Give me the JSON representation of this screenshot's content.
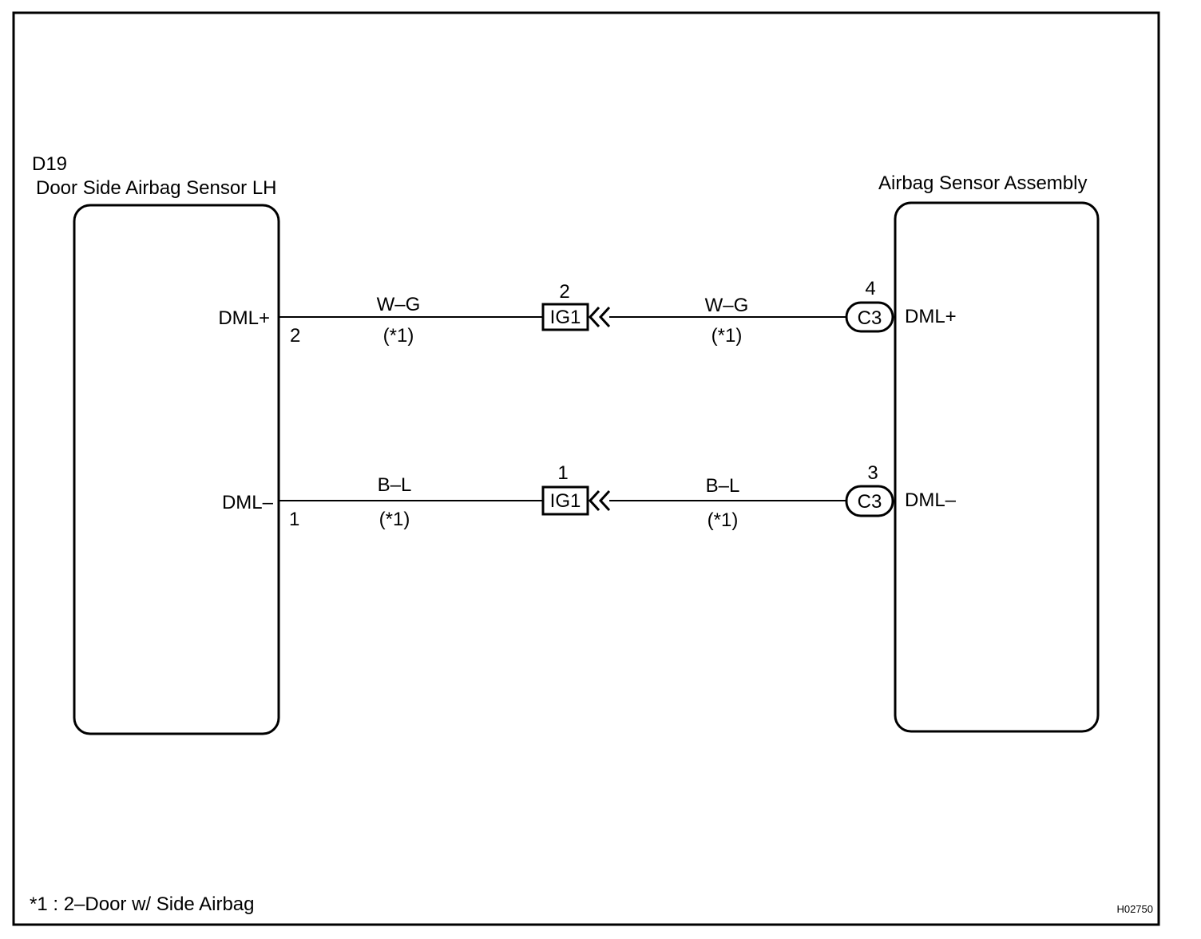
{
  "frame": {
    "drawing_id": "H02750"
  },
  "footnote": "*1 : 2–Door w/ Side Airbag",
  "left_component": {
    "code": "D19",
    "name": "Door Side Airbag Sensor LH",
    "terminals": [
      {
        "name": "DML+",
        "pin": "2"
      },
      {
        "name": "DML–",
        "pin": "1"
      }
    ]
  },
  "right_component": {
    "name": "Airbag Sensor Assembly",
    "terminals": [
      {
        "name": "DML+",
        "pin": "4",
        "connector": "C3"
      },
      {
        "name": "DML–",
        "pin": "3",
        "connector": "C3"
      }
    ]
  },
  "wires": [
    {
      "left_color": "W–G",
      "left_note": "(*1)",
      "junction": "IG1",
      "junction_pin": "2",
      "right_color": "W–G",
      "right_note": "(*1)"
    },
    {
      "left_color": "B–L",
      "left_note": "(*1)",
      "junction": "IG1",
      "junction_pin": "1",
      "right_color": "B–L",
      "right_note": "(*1)"
    }
  ]
}
